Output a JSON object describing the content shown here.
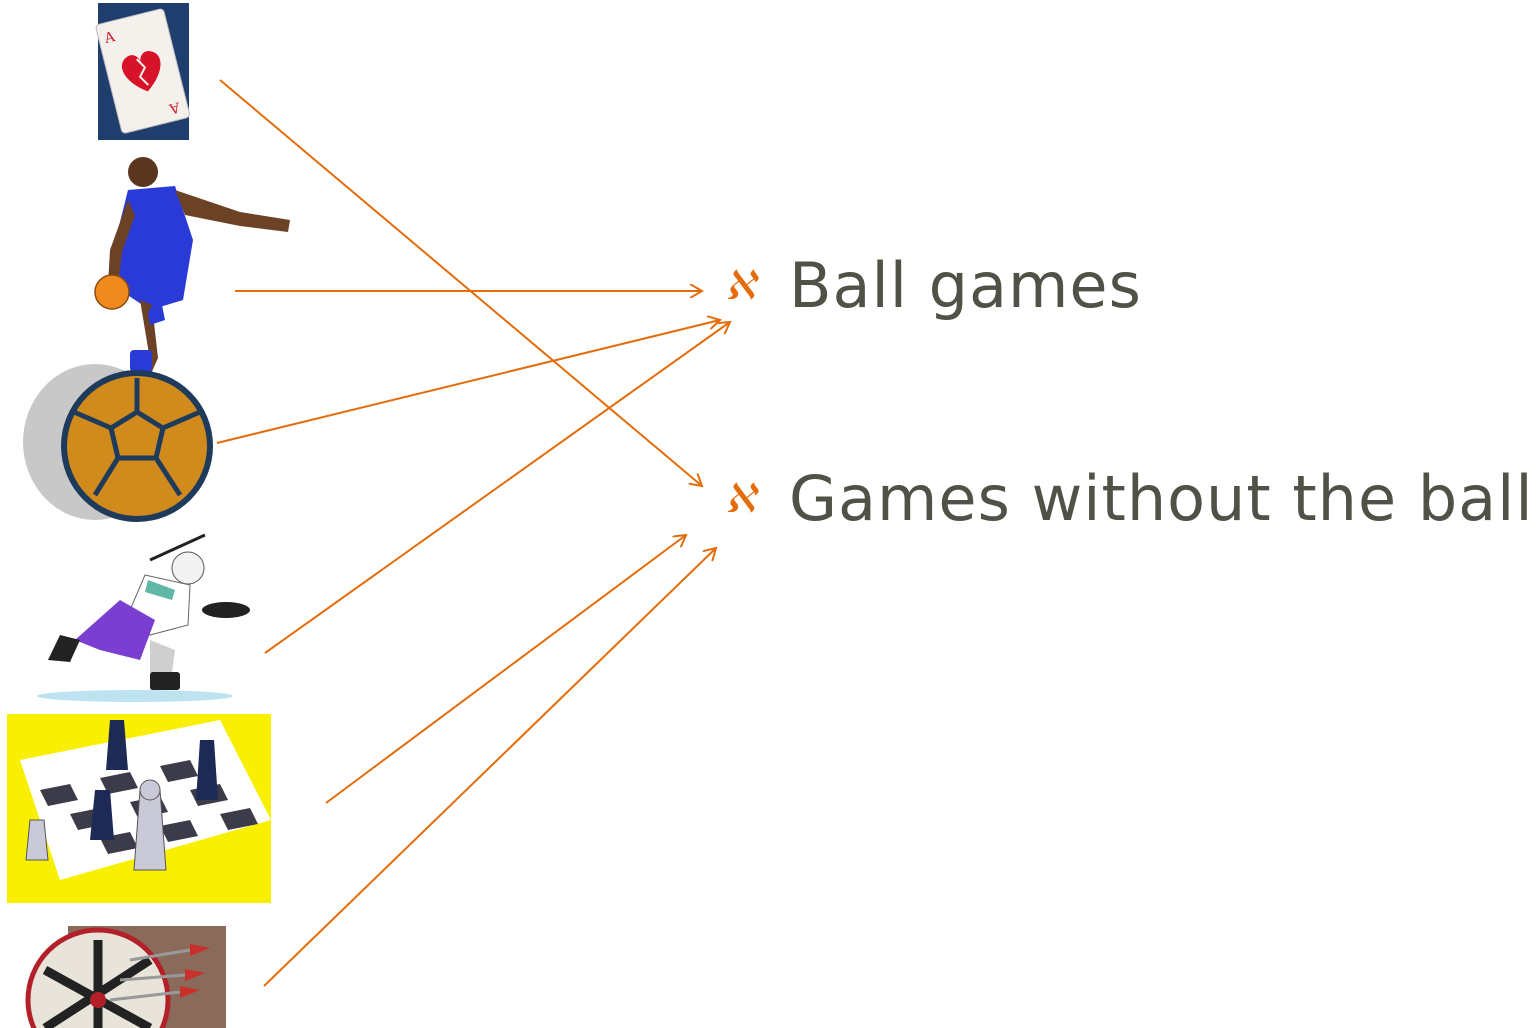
{
  "categories": [
    {
      "id": "ball",
      "label": "Ball games",
      "bullet_icon": "ornament-bullet-icon"
    },
    {
      "id": "noball",
      "label": "Games without the ball",
      "bullet_icon": "ornament-bullet-icon"
    }
  ],
  "items": [
    {
      "name": "playing-card",
      "category": "noball"
    },
    {
      "name": "basketball-player",
      "category": "ball"
    },
    {
      "name": "soccer-ball",
      "category": "ball"
    },
    {
      "name": "hockey-player",
      "category": "ball"
    },
    {
      "name": "chess-board",
      "category": "noball"
    },
    {
      "name": "dartboard",
      "category": "noball"
    }
  ],
  "colors": {
    "arrow": "#E46C0A",
    "bullet": "#E46C0A",
    "text": "#4F5246"
  }
}
